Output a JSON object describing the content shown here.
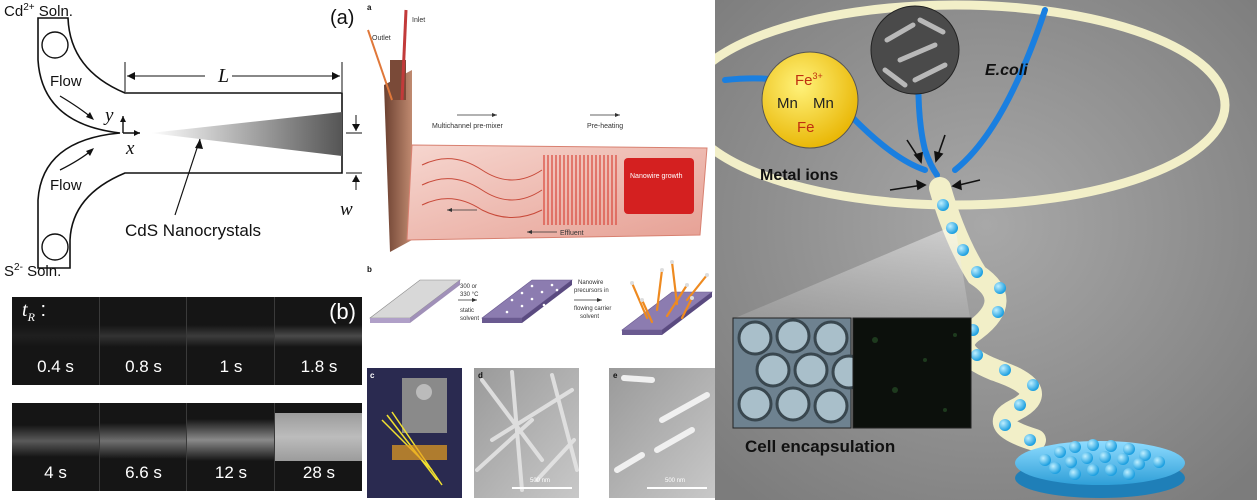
{
  "left_top": {
    "cd_label": "Cd",
    "cd_sup": "2+",
    "cd_suffix": " Soln.",
    "s_label": "S",
    "s_sup": "2-",
    "s_suffix": " Soln.",
    "flow_top": "Flow",
    "flow_bottom": "Flow",
    "L_label": "L",
    "y_label": "y",
    "x_label": "x",
    "w_label": "w",
    "nanocrystals_label": "CdS Nanocrystals",
    "panel_tag": "(a)"
  },
  "left_bottom": {
    "tr_label": "t",
    "tr_sub": "R",
    "tr_colon": " :",
    "panel_tag": "(b)",
    "row1": [
      "0.4 s",
      "0.8 s",
      "1 s",
      "1.8 s"
    ],
    "row2": [
      "4 s",
      "6.6 s",
      "12 s",
      "28 s"
    ]
  },
  "middle": {
    "a_tag": "a",
    "b_tag": "b",
    "c_tag": "c",
    "d_tag": "d",
    "e_tag": "e",
    "outlet": "Outlet",
    "inlet": "Inlet",
    "premixer": "Multichannel pre-mixer",
    "preheating": "Pre-heating",
    "nanowire_growth": "Nanowire growth",
    "effluent": "Effluent",
    "step1_line1": "300 or",
    "step1_line2": "330 °C",
    "step1_line3": "static",
    "step1_line4": "solvent",
    "step2_line1": "Nanowire",
    "step2_line2": "precursors in",
    "step2_line3": "flowing carrier",
    "step2_line4": "solvent",
    "scale_d": "500 nm",
    "scale_e": "500 nm"
  },
  "right": {
    "ions_line1": "Fe",
    "ions_line1_sup": "3+",
    "ions_line2": "Mn",
    "ions_line3": "Fe",
    "ecoli": "E.coli",
    "metal_ions": "Metal ions",
    "cell_encapsulation": "Cell encapsulation"
  }
}
